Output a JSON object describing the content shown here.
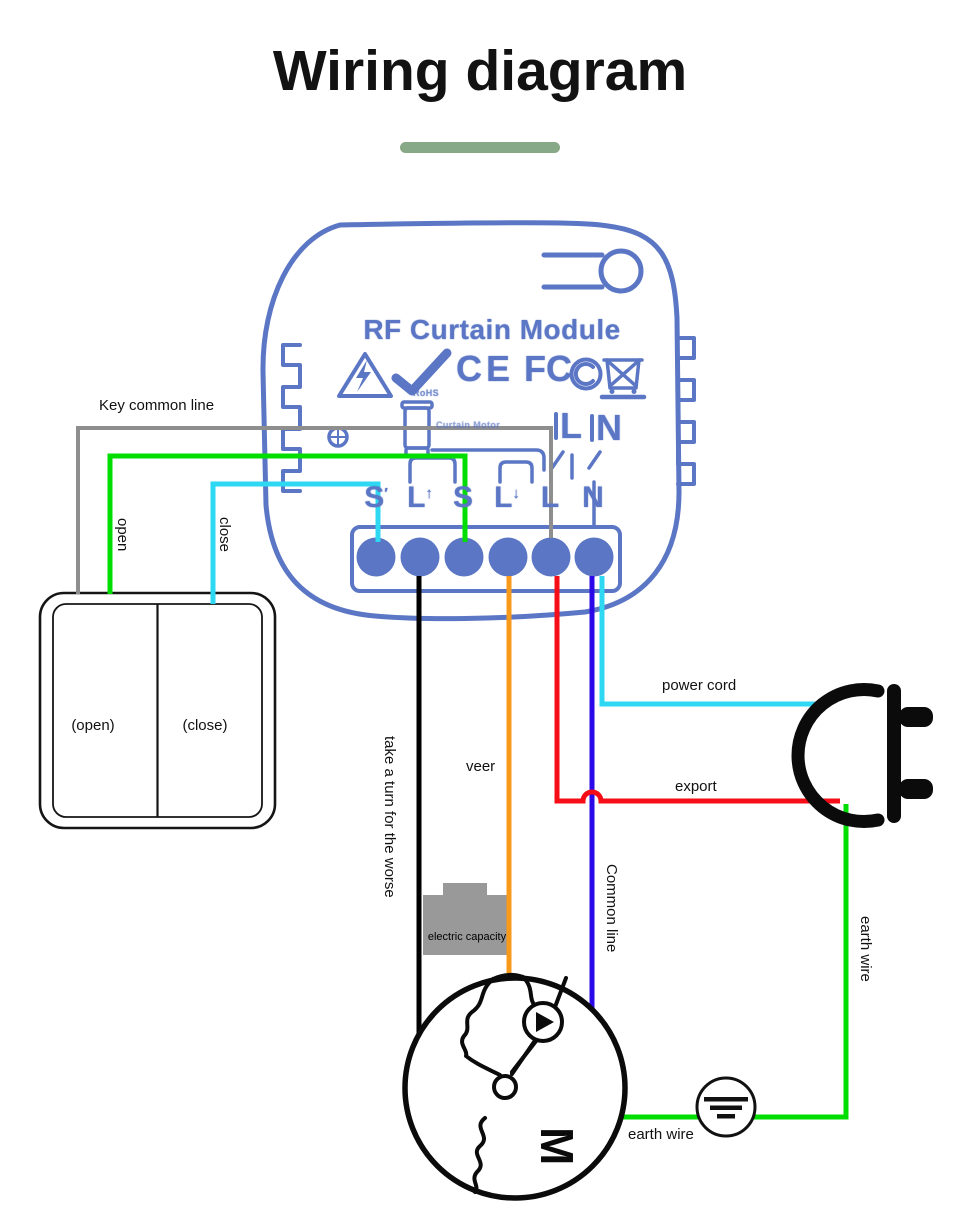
{
  "title": "Wiring diagram",
  "module": {
    "name": "RF Curtain Module",
    "rohs_label": "RoHS",
    "ce_label": "CE",
    "fcc_label": "FC",
    "curtain_motor_label": "Curtain Motor",
    "line_label": "L",
    "neutral_label": "N",
    "terminals": [
      {
        "base": "S",
        "sup": "′"
      },
      {
        "base": "L",
        "sup": "↑"
      },
      {
        "base": "S",
        "sup": ""
      },
      {
        "base": "L",
        "sup": "↓"
      },
      {
        "base": "L",
        "sup": ""
      },
      {
        "base": "N",
        "sup": ""
      }
    ]
  },
  "switch": {
    "open_button": "(open)",
    "close_button": "(close)"
  },
  "wire_labels": {
    "key_common_line": "Key common line",
    "open": "open",
    "close": "close",
    "veer": "veer",
    "take_a_turn": "take a turn for the worse",
    "electric_capacity": "electric capacity",
    "power_cord": "power cord",
    "export": "export",
    "common_line": "Common line",
    "earth_wire_right": "earth wire",
    "earth_wire_bottom": "earth wire"
  },
  "motor": {
    "label": "M"
  },
  "colors": {
    "module_blue": "#5b76c4",
    "title_underline": "#87a987",
    "wire_gray": "#8e8e8e",
    "wire_green": "#00dd00",
    "wire_cyan": "#2ed7f2",
    "wire_black": "#000000",
    "wire_orange": "#f79a1b",
    "wire_red": "#f50d17",
    "wire_blue": "#2b08e8",
    "capacitor_gray": "#999999"
  }
}
